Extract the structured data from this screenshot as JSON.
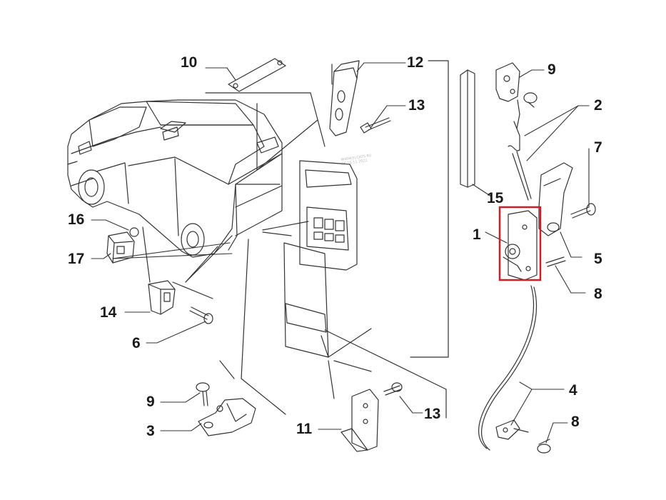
{
  "diagram": {
    "callouts": {
      "c1": "1",
      "c2": "2",
      "c3": "3",
      "c4": "4",
      "c5": "5",
      "c6": "6",
      "c7": "7",
      "c8a": "8",
      "c8b": "8",
      "c9a": "9",
      "c9b": "9",
      "c10": "10",
      "c11": "11",
      "c12": "12",
      "c13a": "13",
      "c13b": "13",
      "c14": "14",
      "c15": "15",
      "c16": "16",
      "c17": "17"
    },
    "watermark": [
      "WWW.ELCATS.RU",
      "25.10.11 2022"
    ],
    "highlight_color": "#d01c24",
    "line_color": "#333333"
  }
}
